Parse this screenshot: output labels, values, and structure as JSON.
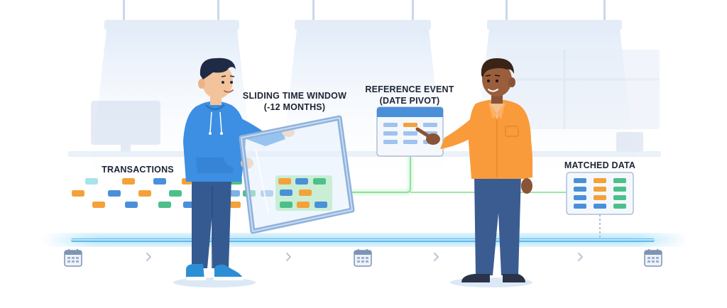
{
  "labels": {
    "transactions": "TRANSACTIONS",
    "window_line1": "SLIDING TIME WINDOW",
    "window_line2": "(-12 MONTHS)",
    "reference_line1": "REFERENCE EVENT",
    "reference_line2": "(DATE PIVOT)",
    "matched": "MATCHED DATA"
  },
  "colors": {
    "blue": "#4a90d9",
    "orange": "#f5a13a",
    "green": "#4cc08a",
    "timeline": "#5fb8ea",
    "connector": "#8fe09b"
  },
  "icons": [
    "calendar-icon",
    "chevron-right-icon"
  ]
}
